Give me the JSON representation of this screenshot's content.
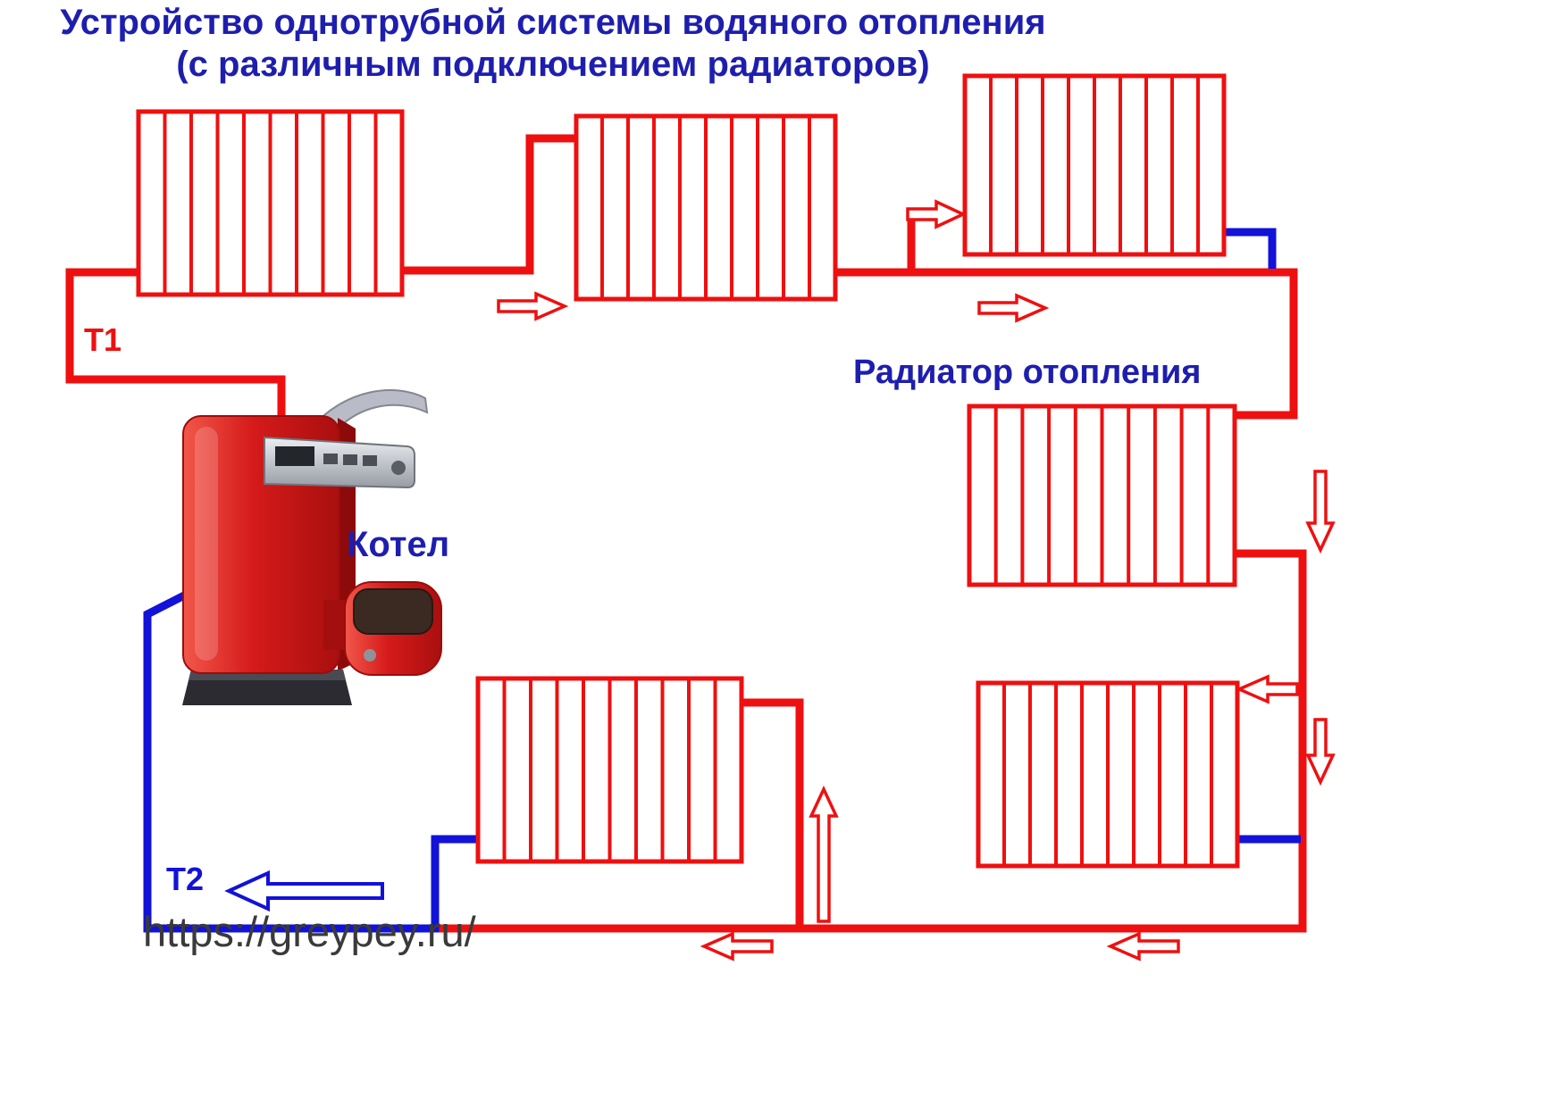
{
  "title": {
    "line1": "Устройство однотрубной системы водяного отопления",
    "line2": "(с различным подключением радиаторов)"
  },
  "labels": {
    "t1": "Т1",
    "t2": "Т2",
    "boiler": "Котел",
    "radiator": "Радиатор отопления"
  },
  "footer": {
    "url_text": "https://greypey.ru/"
  },
  "colors": {
    "supply": "#ee1010",
    "return": "#1212d8",
    "heading": "#1e1eae",
    "radiator": "#ee1010",
    "url_text": "#3a3a3a",
    "arrow_fill": "#ffffff"
  }
}
